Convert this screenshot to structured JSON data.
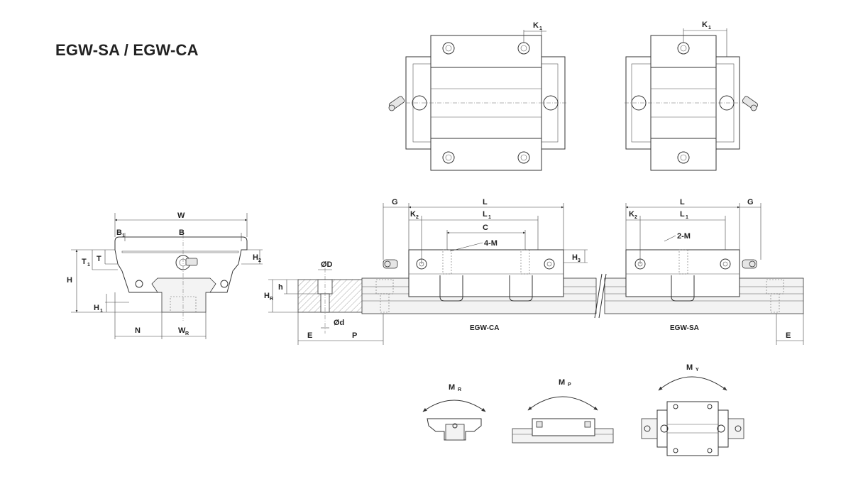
{
  "title": "EGW-SA / EGW-CA",
  "dims": {
    "K1": "K",
    "K1_sub": "1",
    "W": "W",
    "B": "B",
    "B1": "B",
    "B1_sub": "1",
    "T": "T",
    "T1": "T",
    "T1_sub": "1",
    "H": "H",
    "H1": "H",
    "H1_sub": "1",
    "H2": "H",
    "H2_sub": "2",
    "H3": "H",
    "H3_sub": "3",
    "HR": "H",
    "HR_sub": "R",
    "h": "h",
    "N": "N",
    "WR": "W",
    "WR_sub": "R",
    "OD": "ØD",
    "Od": "Ød",
    "E": "E",
    "P": "P",
    "G": "G",
    "L": "L",
    "L1": "L",
    "L1_sub": "1",
    "K2": "K",
    "K2_sub": "2",
    "C": "C",
    "4M": "4-M",
    "2M": "2-M"
  },
  "captions": {
    "ca": "EGW-CA",
    "sa": "EGW-SA"
  },
  "moments": {
    "MR": "M",
    "MR_sub": "R",
    "MP": "M",
    "MP_sub": "P",
    "MY": "M",
    "MY_sub": "Y"
  }
}
